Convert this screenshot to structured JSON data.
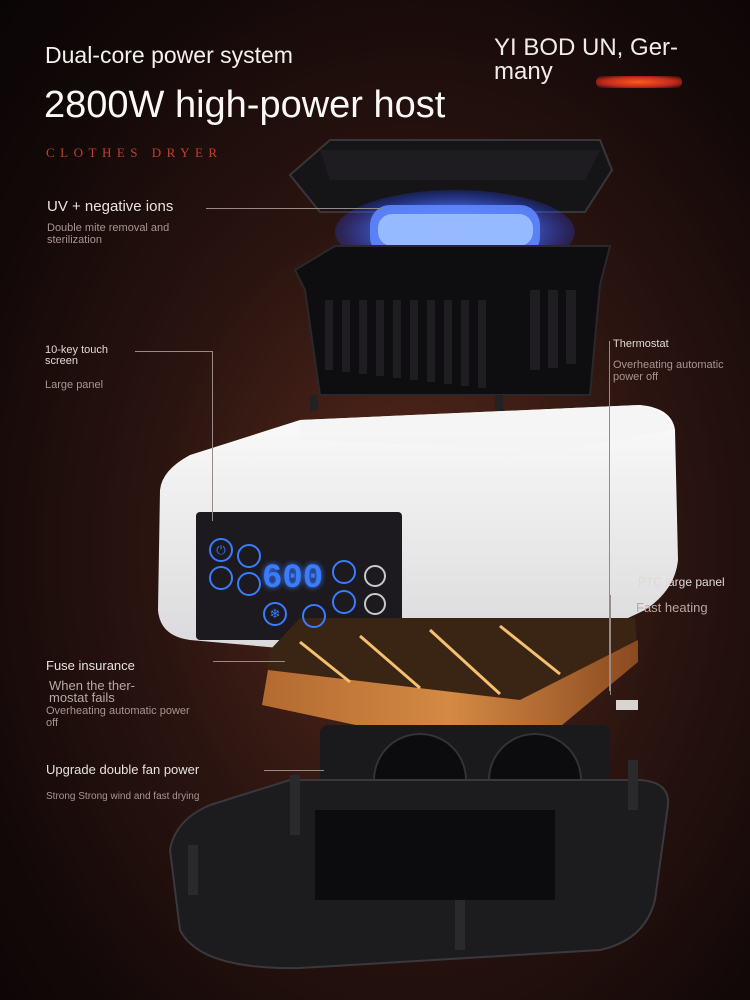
{
  "header": {
    "title": "Dual-core power system",
    "subtitle": "2800W high-power host",
    "product_tag": "CLOTHES DRYER",
    "brand": "YI BOD UN, Ger- many"
  },
  "features": {
    "uv": {
      "label": "UV + negative ions",
      "desc": "Double mite removal and sterilization"
    },
    "touch": {
      "label": "10-key touch screen",
      "desc": "Large panel"
    },
    "thermostat": {
      "label": "Thermostat",
      "desc": "Overheating automatic power off"
    },
    "ptc": {
      "label": "PTC large panel",
      "desc": "Fast heating"
    },
    "fuse": {
      "label": "Fuse insurance",
      "desc1": "When the ther- mostat fails",
      "desc2": "Overheating automatic power off"
    },
    "fan": {
      "label": "Upgrade double fan power",
      "desc": "Strong Strong wind and fast drying"
    }
  },
  "display": {
    "value": "600"
  },
  "colors": {
    "accent_red": "#c04030",
    "display_blue": "#3a7bff",
    "uv_glow": "#4a7dff"
  }
}
